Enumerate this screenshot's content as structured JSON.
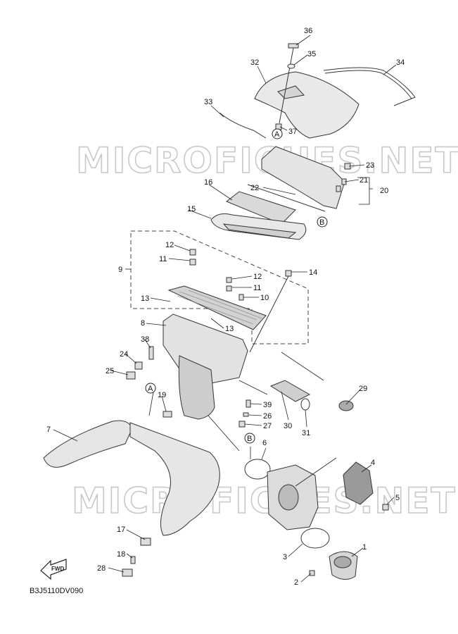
{
  "watermark": {
    "text": "MICROFICHES.NET"
  },
  "diagram_code": "B3J5110DV090",
  "fwd_arrow": {
    "label": "FWD",
    "icon": "fwd-arrow-icon"
  },
  "callouts": {
    "c1": "1",
    "c2": "2",
    "c3": "3",
    "c4": "4",
    "c5": "5",
    "c6": "6",
    "c7": "7",
    "c8": "8",
    "c9": "9",
    "c10": "10",
    "c11a": "11",
    "c11b": "11",
    "c12a": "12",
    "c12b": "12",
    "c13a": "13",
    "c13b": "13",
    "c14": "14",
    "c15": "15",
    "c16": "16",
    "c17": "17",
    "c18": "18",
    "c19": "19",
    "c20": "20",
    "c21": "21",
    "c22": "22",
    "c23": "23",
    "c24": "24",
    "c25": "25",
    "c26": "26",
    "c27": "27",
    "c28": "28",
    "c29": "29",
    "c30": "30",
    "c31": "31",
    "c32": "32",
    "c33": "33",
    "c34": "34",
    "c35": "35",
    "c36": "36",
    "c37": "37",
    "c38": "38",
    "c39": "39"
  },
  "reference_marks": {
    "a_top": "A",
    "a_left": "A",
    "b_right": "B",
    "b_mid": "B"
  }
}
